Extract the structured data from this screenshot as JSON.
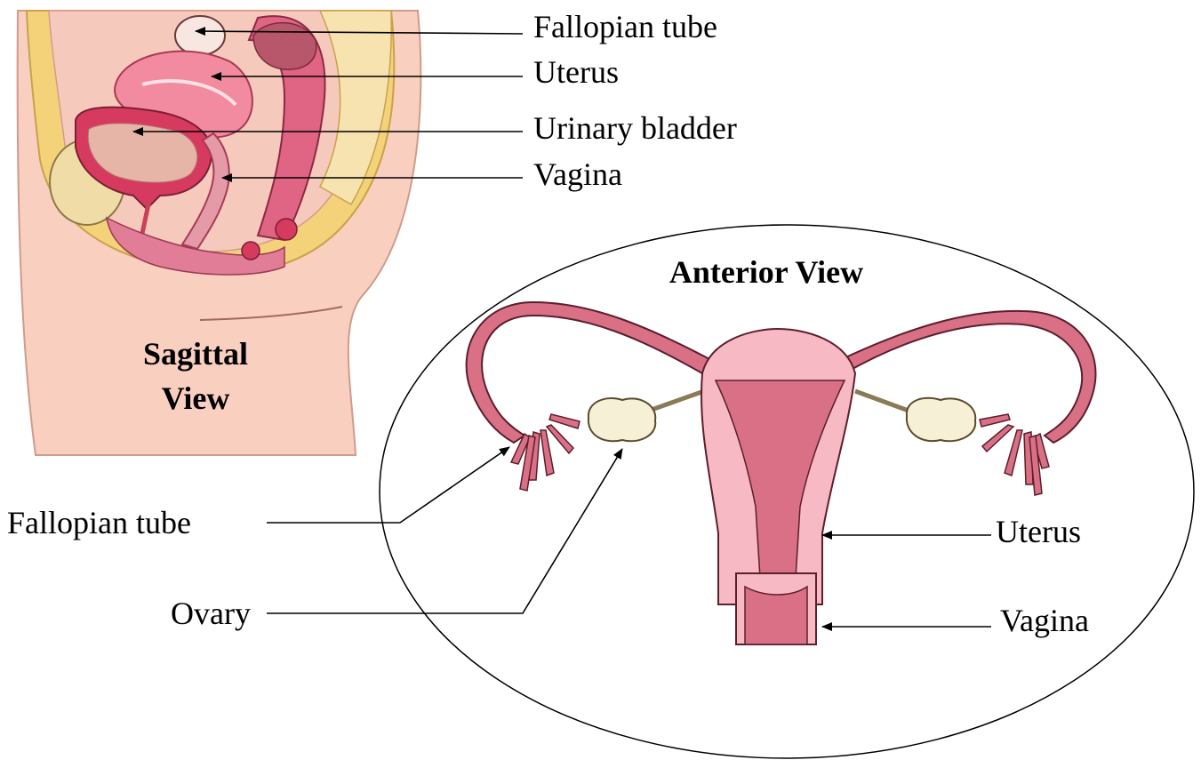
{
  "sagittal": {
    "title_line1": "Sagittal",
    "title_line2": "View",
    "labels": {
      "fallopian_tube": "Fallopian tube",
      "uterus": "Uterus",
      "urinary_bladder": "Urinary bladder",
      "vagina": "Vagina"
    }
  },
  "anterior": {
    "title": "Anterior View",
    "labels": {
      "fallopian_tube": "Fallopian tube",
      "ovary": "Ovary",
      "uterus": "Uterus",
      "vagina": "Vagina"
    }
  },
  "colors": {
    "skin": "#f9cfc0",
    "fat": "#f3d27a",
    "uterus_wall": "#e8909c",
    "uterus_light": "#f7b9c3",
    "tissue_dark": "#c9405a",
    "bladder": "#d63a5e",
    "ovary": "#f6f0d6"
  }
}
